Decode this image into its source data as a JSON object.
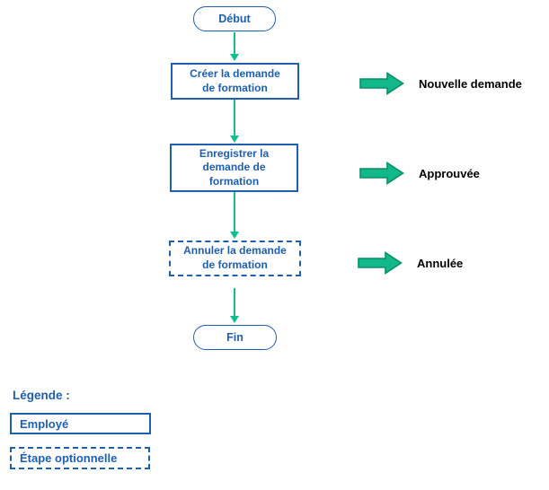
{
  "flowchart": {
    "nodes": {
      "start": {
        "label": "Début"
      },
      "create": {
        "lines": [
          "Créer la demande",
          "de formation"
        ]
      },
      "register": {
        "lines": [
          "Enregistrer la",
          "demande de",
          "formation"
        ]
      },
      "cancel": {
        "lines": [
          "Annuler la demande",
          "de formation"
        ]
      },
      "end": {
        "label": "Fin"
      }
    },
    "annotations": [
      {
        "label": "Nouvelle demande"
      },
      {
        "label": "Approuvée"
      },
      {
        "label": "Annulée"
      }
    ]
  },
  "legend": {
    "title": "Légende :",
    "items": [
      {
        "label": "Employé",
        "style": "solid"
      },
      {
        "label": "Étape optionnelle",
        "style": "dashed"
      }
    ]
  },
  "colors": {
    "node_blue": "#1e5fb0",
    "connector_green": "#0fbd8e",
    "block_arrow_fill": "#12b78a",
    "block_arrow_stroke": "#0a8f66",
    "annotation_text": "#000000"
  }
}
